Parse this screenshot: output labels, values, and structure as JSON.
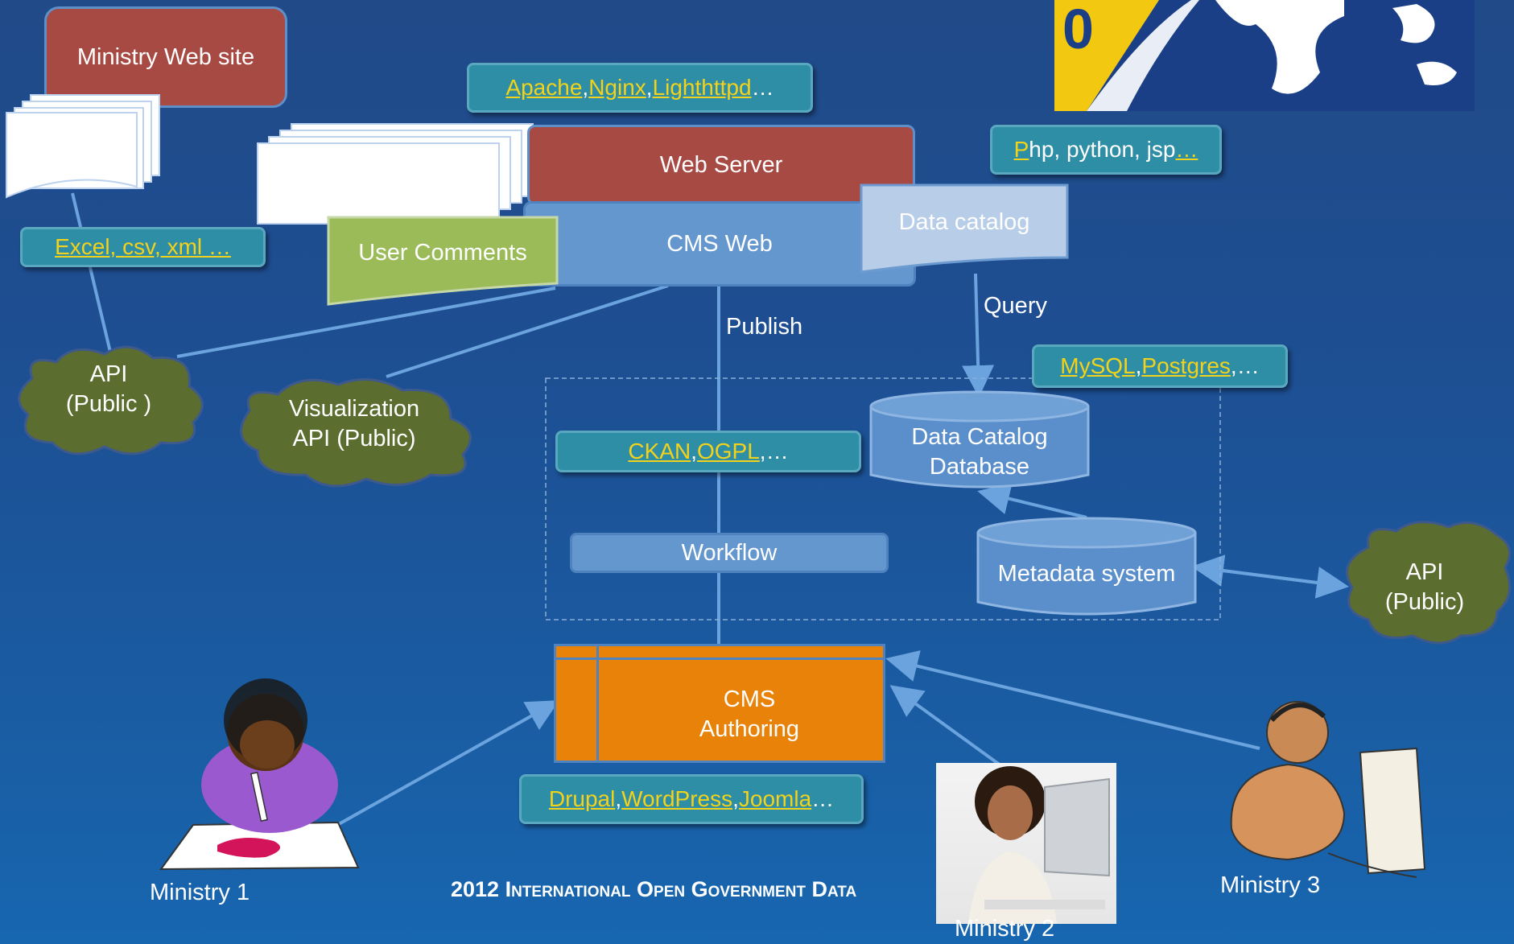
{
  "nodes": {
    "ministry_web_site": "Ministry Web site",
    "web_server": "Web Server",
    "cms_web": "CMS Web",
    "user_comments": "User Comments",
    "data_catalog": "Data catalog",
    "data_catalog_database": "Data Catalog Database",
    "metadata_system": "Metadata system",
    "workflow": "Workflow",
    "cms_authoring": "CMS Authoring",
    "api_public_left": "API (Public )",
    "visualization_api": "Visualization API (Public)",
    "api_public_right": "API (Public)"
  },
  "edge_labels": {
    "publish": "Publish",
    "query": "Query"
  },
  "callouts": {
    "web_servers": [
      {
        "text": "Apache",
        "link": true
      },
      {
        "text": ", ",
        "link": false
      },
      {
        "text": "Nginx",
        "link": true
      },
      {
        "text": ", ",
        "link": false
      },
      {
        "text": "Lighthttpd",
        "link": true
      },
      {
        "text": " …",
        "link": false
      }
    ],
    "formats": [
      {
        "text": "Excel, csv, xml …",
        "link": true
      }
    ],
    "languages": [
      {
        "text": "P",
        "link": true
      },
      {
        "text": "hp, python, jsp ",
        "link": false
      },
      {
        "text": "…",
        "link": true
      }
    ],
    "databases": [
      {
        "text": "MySQL",
        "link": true
      },
      {
        "text": ", ",
        "link": false
      },
      {
        "text": "Postgres",
        "link": true
      },
      {
        "text": ",…",
        "link": false
      }
    ],
    "catalogs": [
      {
        "text": "CKAN",
        "link": true
      },
      {
        "text": ", ",
        "link": false
      },
      {
        "text": "OGPL",
        "link": true
      },
      {
        "text": ",…",
        "link": false
      }
    ],
    "cms_platforms": [
      {
        "text": "Drupal",
        "link": true
      },
      {
        "text": ", ",
        "link": false
      },
      {
        "text": "WordPress",
        "link": true
      },
      {
        "text": ", ",
        "link": false
      },
      {
        "text": "Joomla",
        "link": true
      },
      {
        "text": "…",
        "link": false
      }
    ]
  },
  "actors": {
    "ministry_1": "Ministry 1",
    "ministry_2": "Ministry 2",
    "ministry_3": "Ministry 3"
  },
  "footer": "2012 International Open Government Data",
  "colors": {
    "red_box": "#a84a44",
    "blue_box": "#6597cf",
    "green_doc": "#9bbb59",
    "orange": "#e98208",
    "cloud": "#5b6d2f",
    "teal": "#2e8ea6",
    "link": "#f2d21a"
  }
}
